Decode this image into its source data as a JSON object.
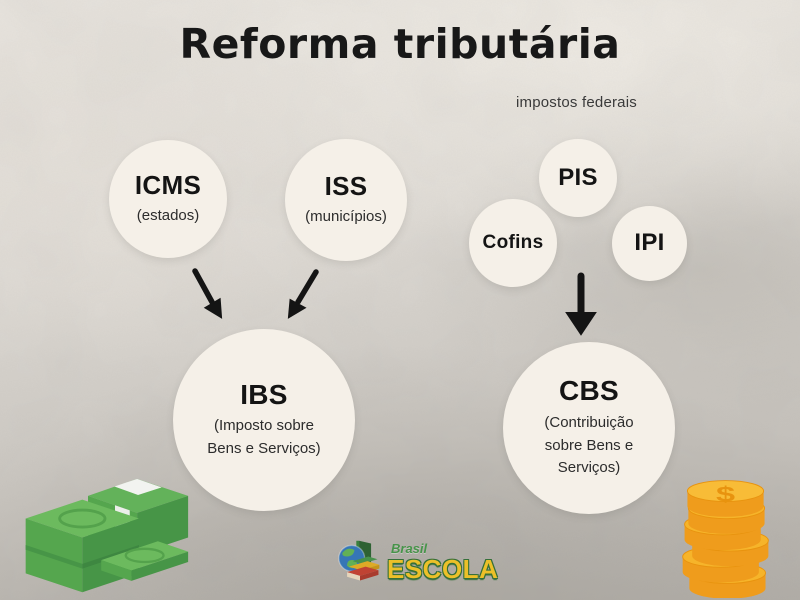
{
  "title": "Reforma tributária",
  "annotations": {
    "federal_group_label": "impostos federais"
  },
  "state_municipal_taxes": [
    {
      "name": "ICMS",
      "scope": "(estados)"
    },
    {
      "name": "ISS",
      "scope": "(municípios)"
    }
  ],
  "federal_taxes": [
    {
      "name": "PIS"
    },
    {
      "name": "Cofins"
    },
    {
      "name": "IPI"
    }
  ],
  "merged_taxes": {
    "ibs": {
      "name": "IBS",
      "description": "(Imposto sobre Bens e Serviços)"
    },
    "cbs": {
      "name": "CBS",
      "description": "(Contribuição sobre Bens e Serviços)"
    }
  },
  "logo": {
    "brand_top": "Brasil",
    "brand_bottom": "ESCOLA"
  },
  "illustrations": {
    "coin_symbol": "$"
  },
  "colors": {
    "background_top": "#eae6e0",
    "background_bottom": "#b4b0aa",
    "circle_fill": "#f5f0e8",
    "title_text": "#181818",
    "arrow": "#141414",
    "money_green": "#55a64e",
    "coin_gold": "#f6b42a",
    "logo_green": "#3f9243",
    "logo_yellow": "#f2c21f"
  }
}
